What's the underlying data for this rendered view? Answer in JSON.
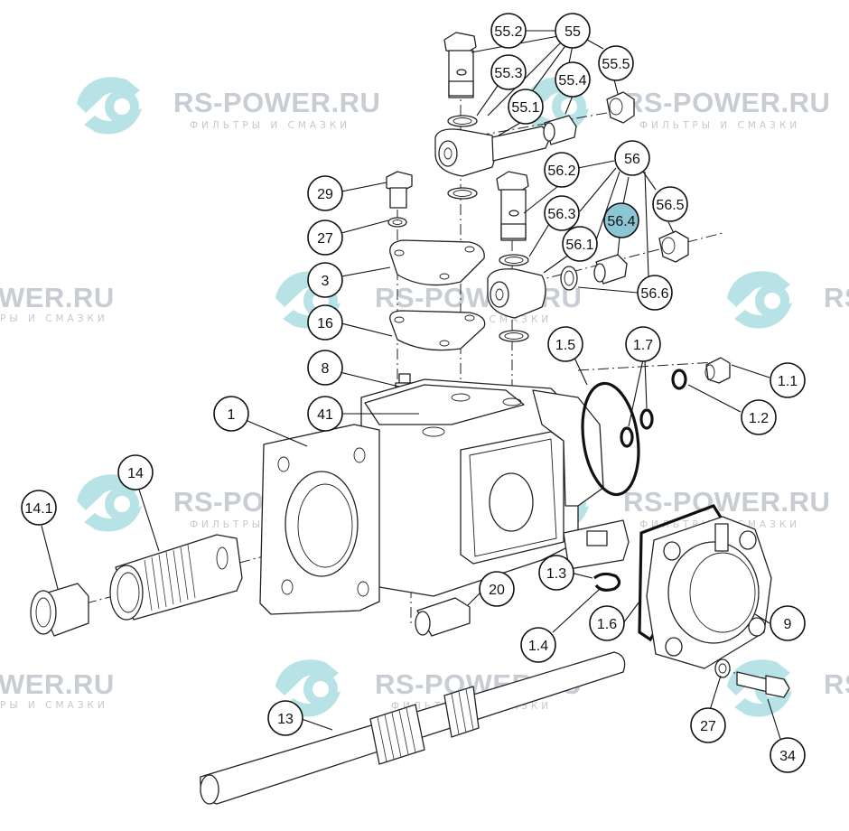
{
  "watermark": {
    "brand": "RS-POWER.RU",
    "brand_partial": "WER.RU",
    "tagline": "ФИЛЬТРЫ И СМАЗКИ",
    "tagline_partial": "РЫ И СМАЗКИ",
    "logo_icon": "rs-power-logo-icon",
    "color": "#b7e3e6"
  },
  "callouts": [
    {
      "id": "55.2",
      "label": "55.2"
    },
    {
      "id": "55",
      "label": "55"
    },
    {
      "id": "55.3",
      "label": "55.3"
    },
    {
      "id": "55.5",
      "label": "55.5"
    },
    {
      "id": "55.4",
      "label": "55.4"
    },
    {
      "id": "55.1",
      "label": "55.1"
    },
    {
      "id": "56",
      "label": "56"
    },
    {
      "id": "56.2",
      "label": "56.2"
    },
    {
      "id": "56.3",
      "label": "56.3"
    },
    {
      "id": "56.4",
      "label": "56.4",
      "highlight": "#8cc6d4"
    },
    {
      "id": "56.5",
      "label": "56.5"
    },
    {
      "id": "56.1",
      "label": "56.1"
    },
    {
      "id": "56.6",
      "label": "56.6"
    },
    {
      "id": "29",
      "label": "29"
    },
    {
      "id": "27a",
      "label": "27"
    },
    {
      "id": "3",
      "label": "3"
    },
    {
      "id": "16",
      "label": "16"
    },
    {
      "id": "8",
      "label": "8"
    },
    {
      "id": "41",
      "label": "41"
    },
    {
      "id": "1",
      "label": "1"
    },
    {
      "id": "1.5",
      "label": "1.5"
    },
    {
      "id": "1.7",
      "label": "1.7"
    },
    {
      "id": "1.1",
      "label": "1.1"
    },
    {
      "id": "1.2",
      "label": "1.2"
    },
    {
      "id": "14.1",
      "label": "14.1"
    },
    {
      "id": "14",
      "label": "14"
    },
    {
      "id": "20",
      "label": "20"
    },
    {
      "id": "1.3",
      "label": "1.3"
    },
    {
      "id": "1.4",
      "label": "1.4"
    },
    {
      "id": "1.6",
      "label": "1.6"
    },
    {
      "id": "9",
      "label": "9"
    },
    {
      "id": "13",
      "label": "13"
    },
    {
      "id": "27b",
      "label": "27"
    },
    {
      "id": "34",
      "label": "34"
    }
  ]
}
